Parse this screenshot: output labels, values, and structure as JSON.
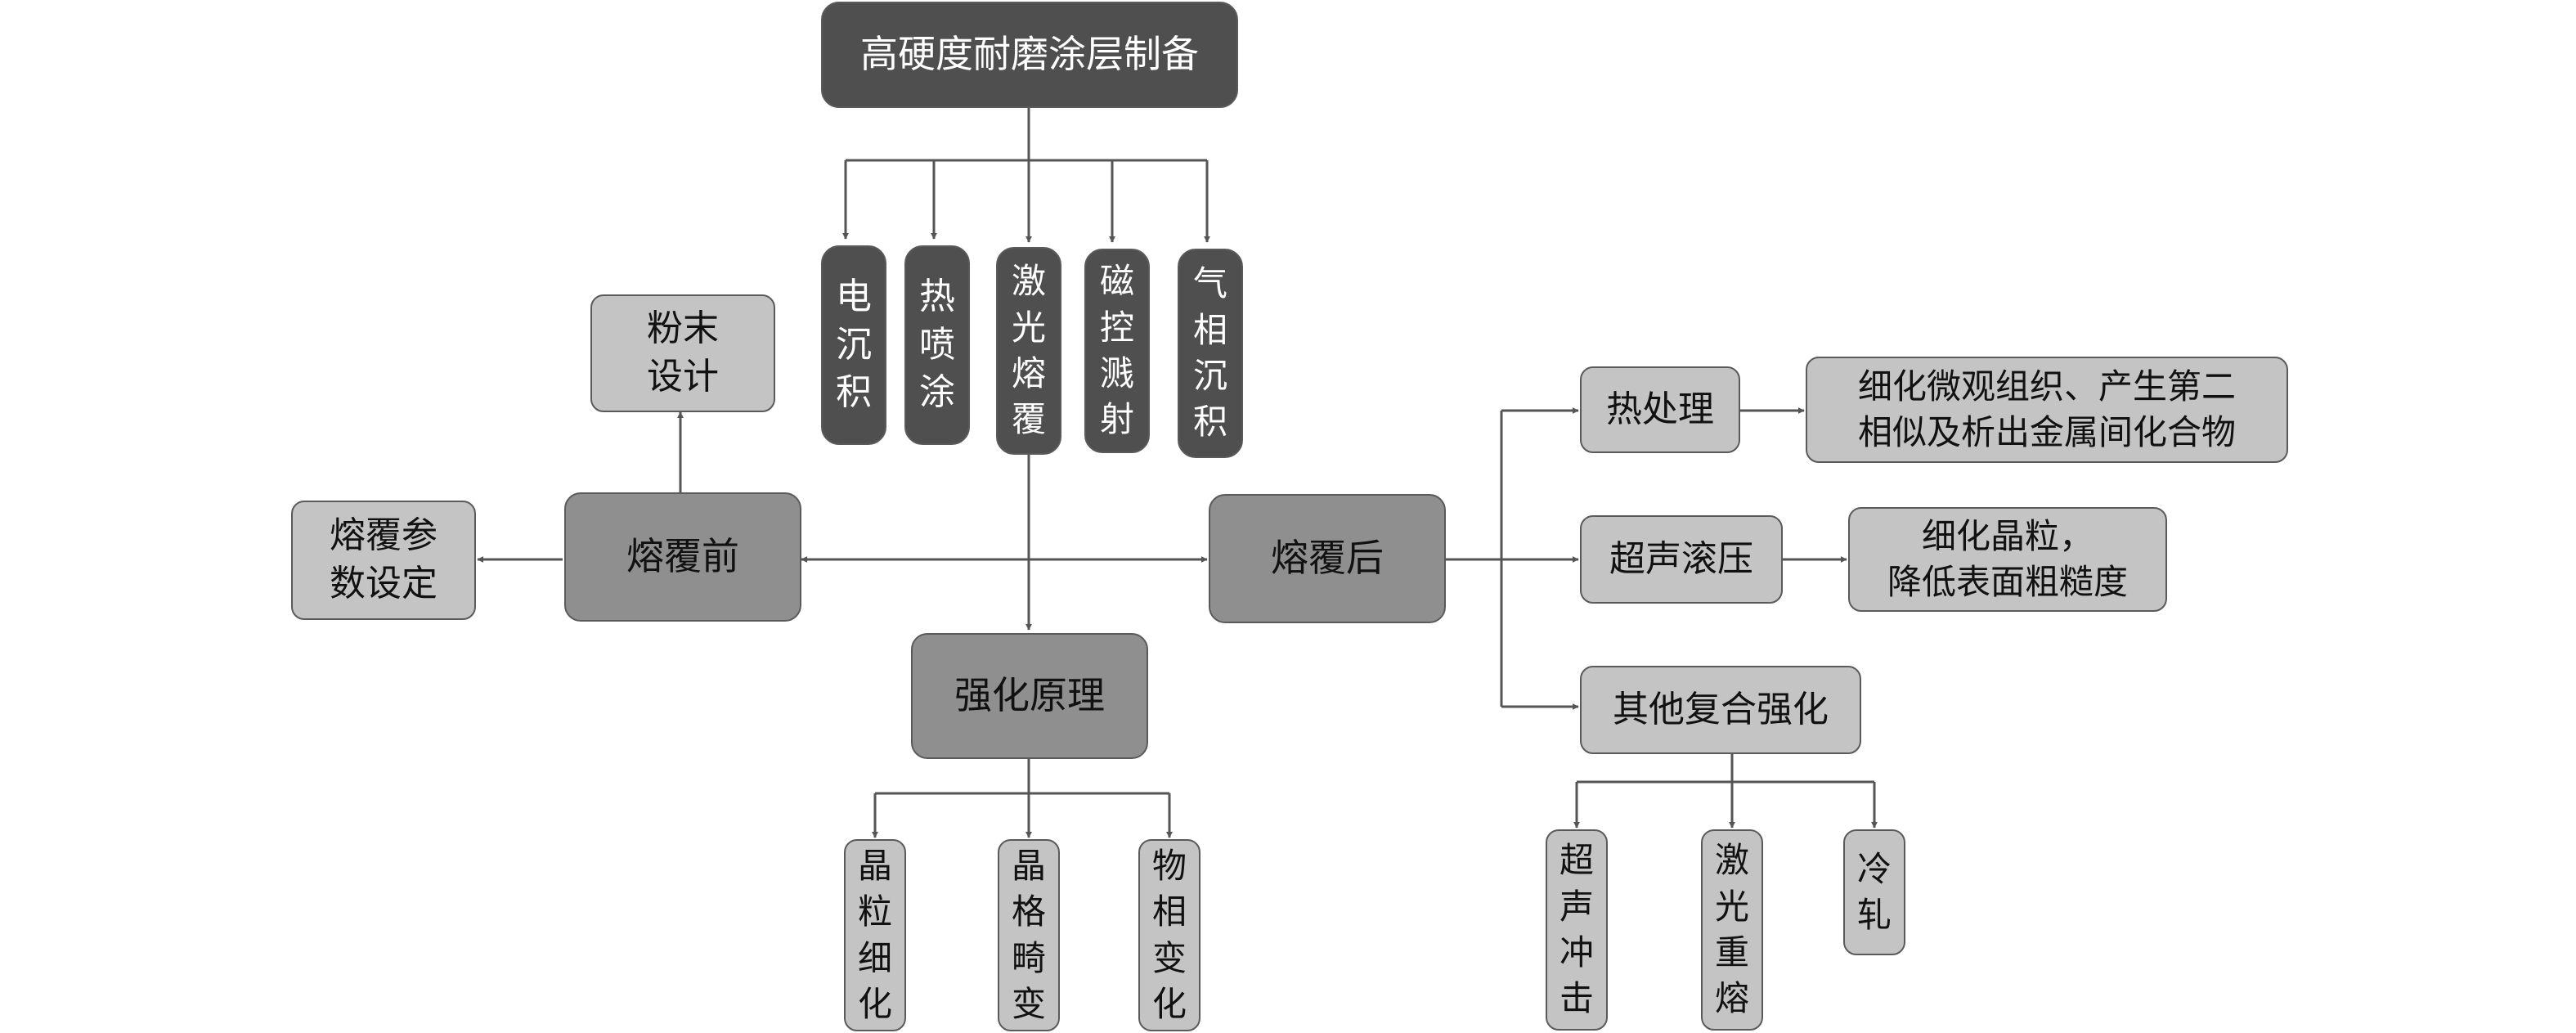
{
  "diagram": {
    "root": "高硬度耐磨涂层制备",
    "methods": {
      "electrodeposition": "电沉积",
      "thermal_spray": "热喷涂",
      "laser_cladding": "激光熔覆",
      "magnetron_sputtering": "磁控溅射",
      "vapor_deposition": "气相沉积"
    },
    "pre_cladding": {
      "label": "熔覆前",
      "powder_design": "粉末\n设计",
      "parameter_setting": "熔覆参\n数设定"
    },
    "strengthening": {
      "label": "强化原理",
      "grain_refinement": "晶粒细化",
      "lattice_distortion": "晶格畸变",
      "phase_change": "物相变化"
    },
    "post_cladding": {
      "label": "熔覆后",
      "heat_treatment": {
        "label": "热处理",
        "effect": "细化微观组织、产生第二\n相似及析出金属间化合物"
      },
      "ultrasonic_rolling": {
        "label": "超声滚压",
        "effect": "细化晶粒，\n降低表面粗糙度"
      },
      "composite": {
        "label": "其他复合强化",
        "ultrasonic_impact": "超声冲击",
        "laser_remelting": "激光重熔",
        "cold_rolling": "冷轧"
      }
    }
  }
}
